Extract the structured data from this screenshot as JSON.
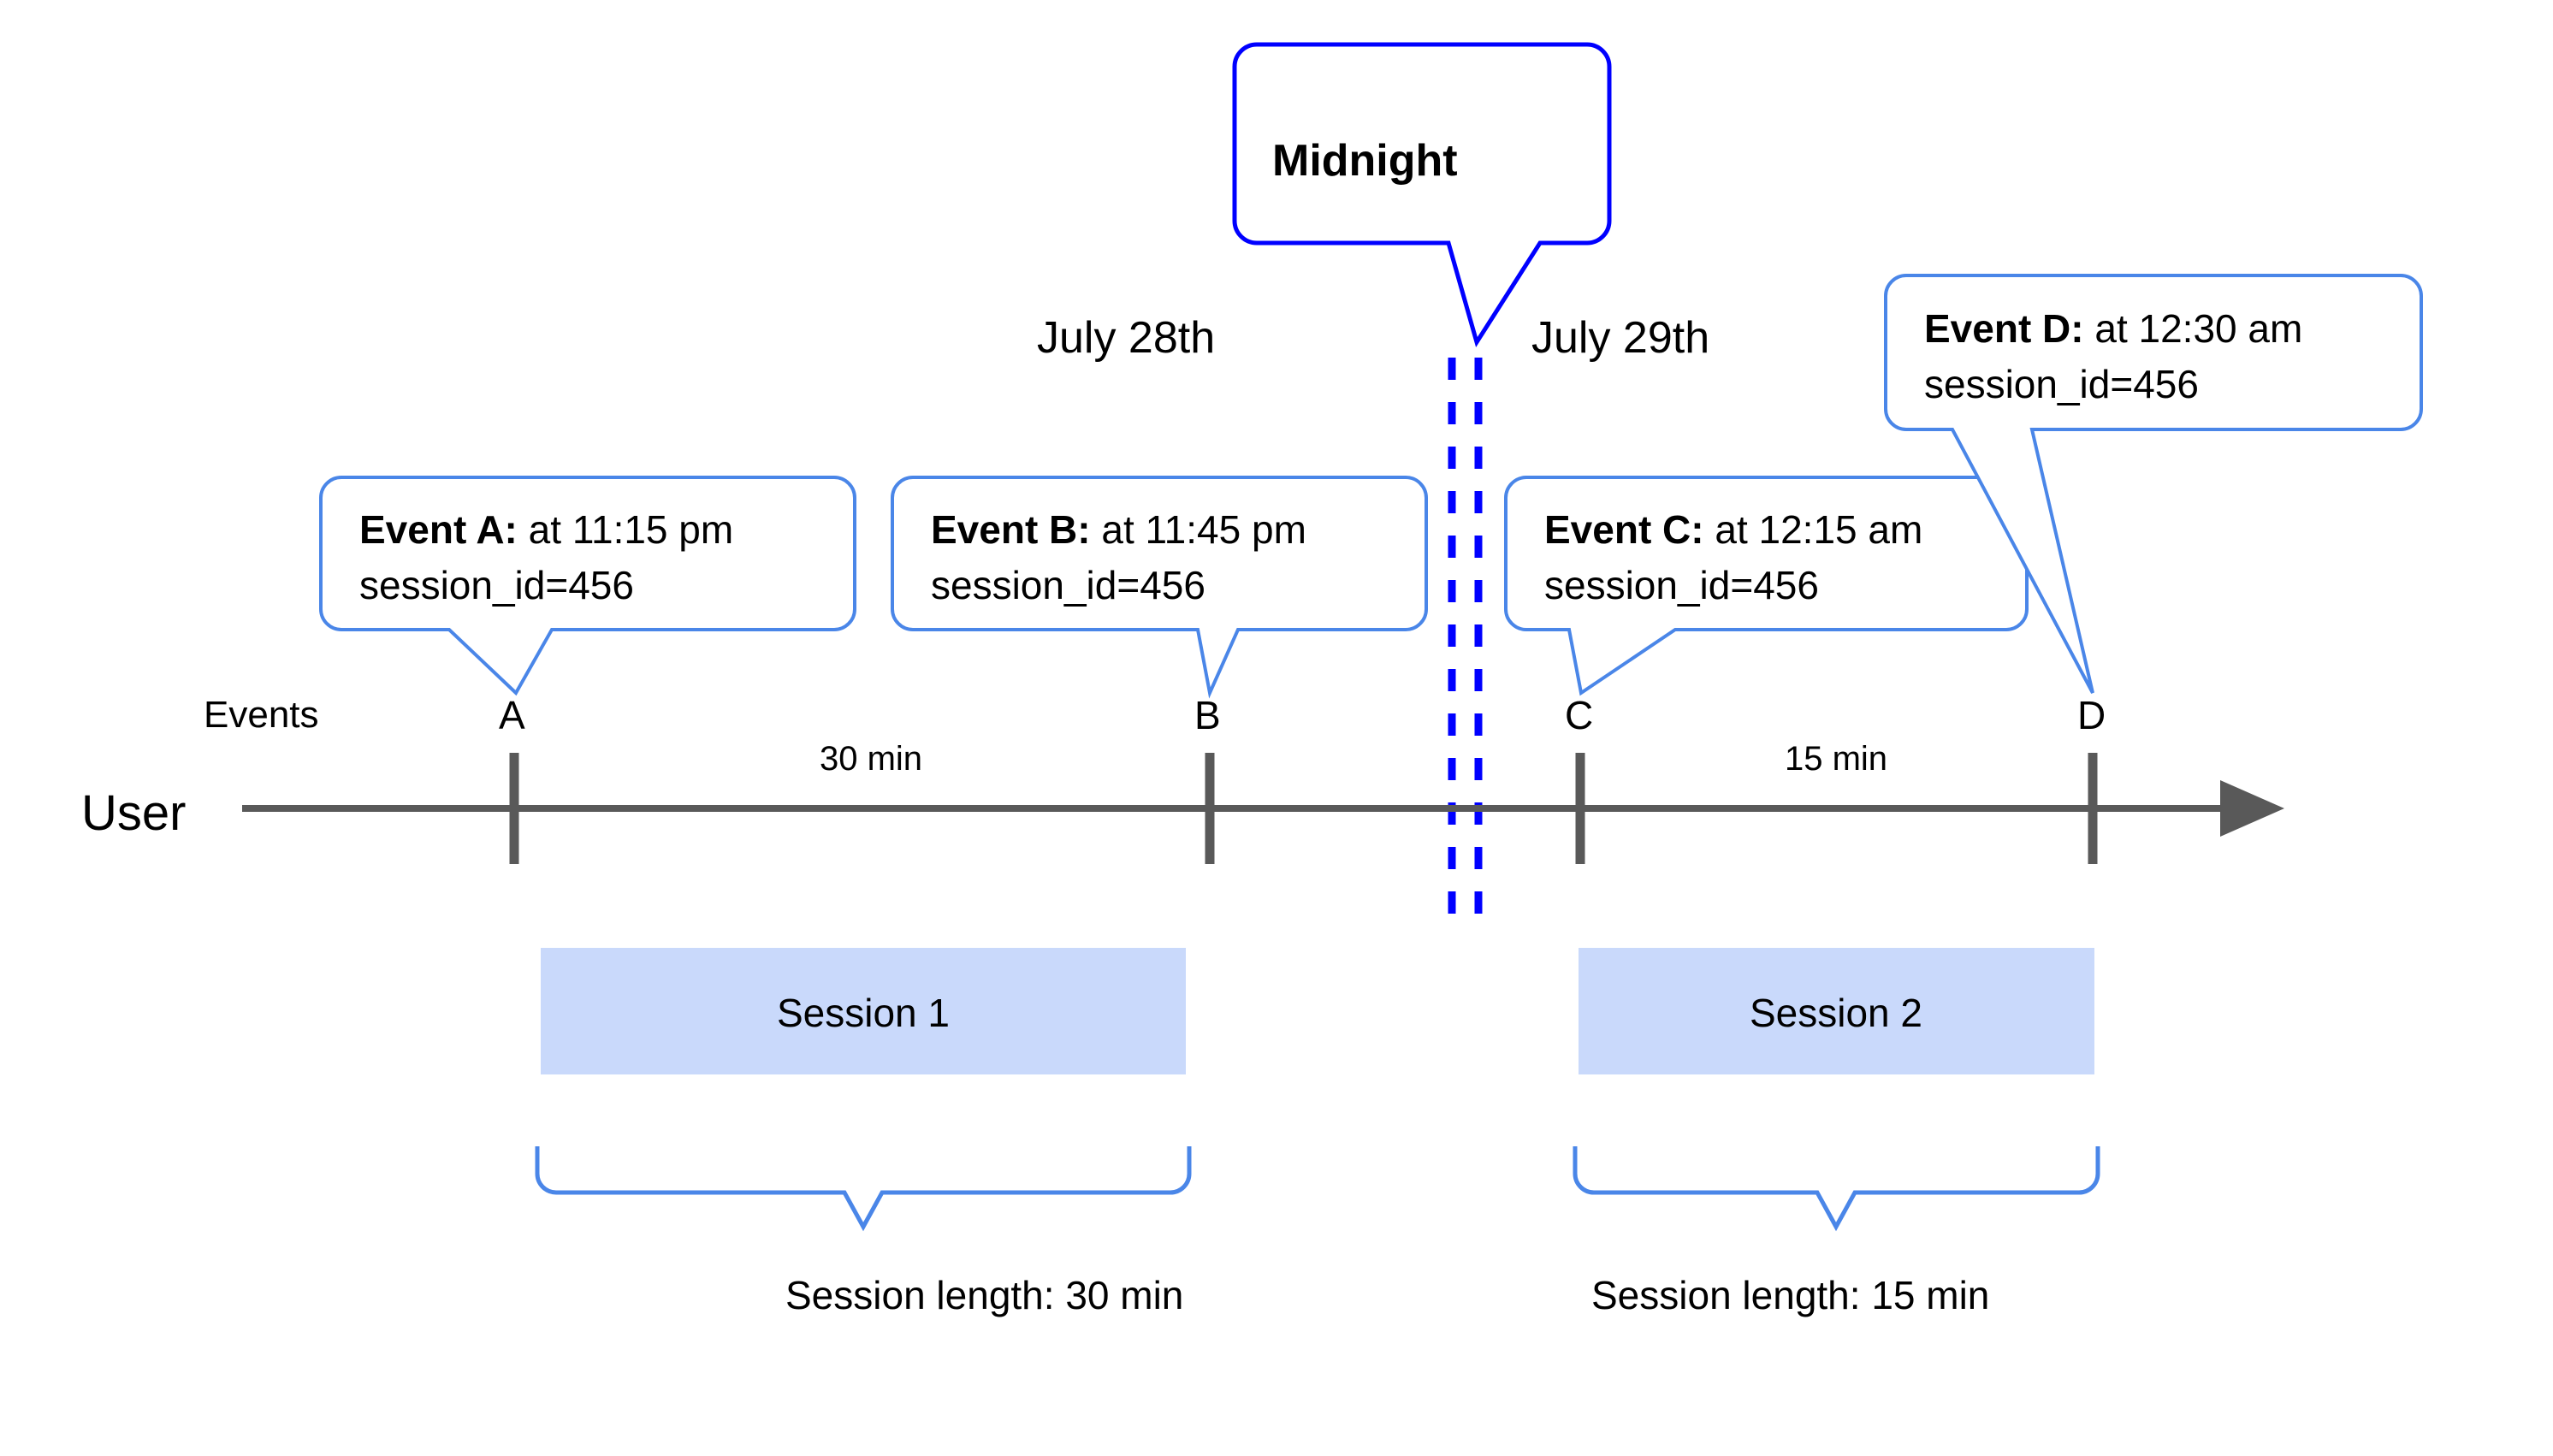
{
  "diagram": {
    "title": "User session timeline across midnight",
    "colors": {
      "callout_border": "#4a86e8",
      "midnight_border": "#0000ff",
      "session_fill": "#c9d9fb",
      "axis": "#595959",
      "text": "#000000"
    }
  },
  "midnight_callout": {
    "label": "Midnight"
  },
  "day_labels": [
    {
      "name": "day-label-july-28",
      "text": "July 28th"
    },
    {
      "name": "day-label-july-29",
      "text": "July 29th"
    }
  ],
  "row_labels": {
    "events": "Events",
    "user": "User"
  },
  "event_callouts": [
    {
      "id": "A",
      "title": "Event A:",
      "time": " at 11:15 pm",
      "session_line": "session_id=456"
    },
    {
      "id": "B",
      "title": "Event B:",
      "time": " at 11:45 pm",
      "session_line": "session_id=456"
    },
    {
      "id": "C",
      "title": "Event C:",
      "time": " at 12:15 am",
      "session_line": "session_id=456"
    },
    {
      "id": "D",
      "title": "Event D:",
      "time": " at 12:30 am",
      "session_line": "session_id=456"
    }
  ],
  "event_markers": [
    {
      "label": "A"
    },
    {
      "label": "B"
    },
    {
      "label": "C"
    },
    {
      "label": "D"
    }
  ],
  "durations": [
    {
      "name": "gap-a-to-b",
      "text": "30 min"
    },
    {
      "name": "gap-c-to-d",
      "text": "15 min"
    }
  ],
  "sessions": [
    {
      "box_label": "Session 1",
      "length_label": "Session length: 30 min"
    },
    {
      "box_label": "Session 2",
      "length_label": "Session length: 15 min"
    }
  ],
  "chart_data": {
    "type": "timeline",
    "title": "User session timeline across midnight",
    "axis": {
      "label": "User",
      "direction": "left-to-right",
      "arrow": true
    },
    "day_boundary": {
      "label": "Midnight",
      "between": [
        "July 28th",
        "July 29th"
      ]
    },
    "events": [
      {
        "id": "A",
        "time": "11:15 pm",
        "day": "July 28th",
        "session_id": "456",
        "session": "Session 1"
      },
      {
        "id": "B",
        "time": "11:45 pm",
        "day": "July 28th",
        "session_id": "456",
        "session": "Session 1"
      },
      {
        "id": "C",
        "time": "12:15 am",
        "day": "July 29th",
        "session_id": "456",
        "session": "Session 2"
      },
      {
        "id": "D",
        "time": "12:30 am",
        "day": "July 29th",
        "session_id": "456",
        "session": "Session 2"
      }
    ],
    "gaps": [
      {
        "from": "A",
        "to": "B",
        "value": 30,
        "unit": "min",
        "label": "30 min"
      },
      {
        "from": "C",
        "to": "D",
        "value": 15,
        "unit": "min",
        "label": "15 min"
      }
    ],
    "sessions": [
      {
        "name": "Session 1",
        "events": [
          "A",
          "B"
        ],
        "length": 30,
        "unit": "min",
        "label": "Session length: 30 min"
      },
      {
        "name": "Session 2",
        "events": [
          "C",
          "D"
        ],
        "length": 15,
        "unit": "min",
        "label": "Session length: 15 min"
      }
    ]
  }
}
